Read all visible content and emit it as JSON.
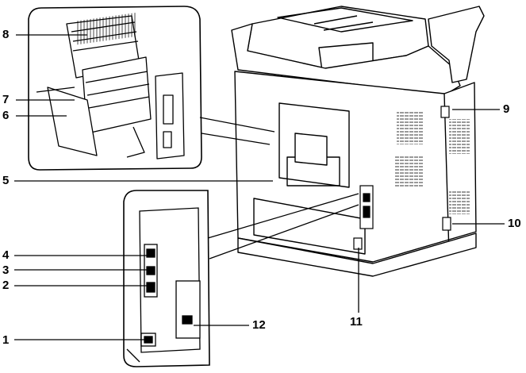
{
  "callouts": [
    {
      "id": "c1",
      "label": "1"
    },
    {
      "id": "c2",
      "label": "2"
    },
    {
      "id": "c3",
      "label": "3"
    },
    {
      "id": "c4",
      "label": "4"
    },
    {
      "id": "c5",
      "label": "5"
    },
    {
      "id": "c6",
      "label": "6"
    },
    {
      "id": "c7",
      "label": "7"
    },
    {
      "id": "c8",
      "label": "8"
    },
    {
      "id": "c9",
      "label": "9"
    },
    {
      "id": "c10",
      "label": "10"
    },
    {
      "id": "c11",
      "label": "11"
    },
    {
      "id": "c12",
      "label": "12"
    }
  ],
  "colors": {
    "line": "#000000",
    "paper": "#ffffff",
    "accent": "#1a1a1a"
  }
}
